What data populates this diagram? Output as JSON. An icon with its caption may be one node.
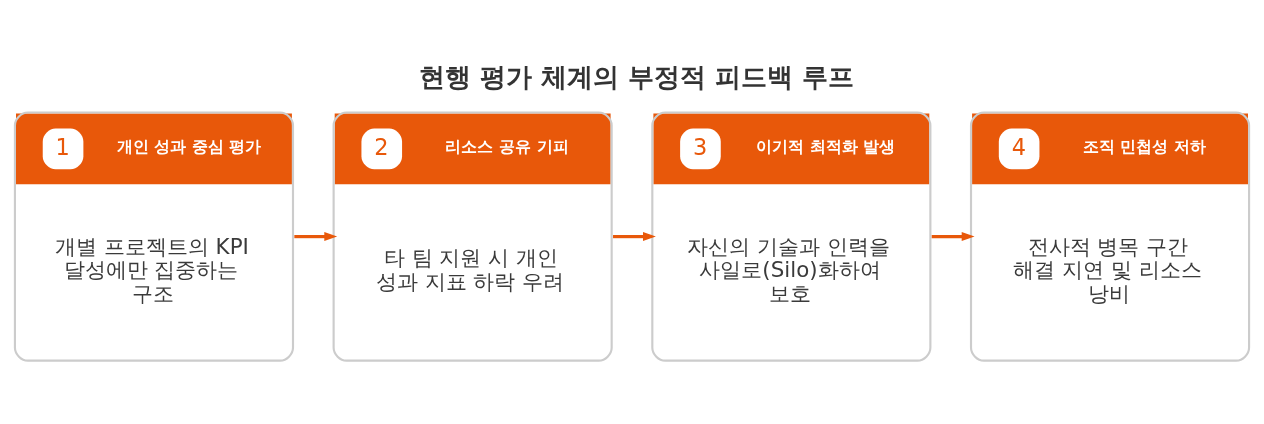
{
  "diagram": {
    "title": "현행 평가 체계의 부정적 피드백 루프",
    "nodes": [
      {
        "text": [
          "1",
          "개인 성과 중심 평가",
          "개별 프로젝트의 KPI 달성에만 집중하는 구조"
        ]
      },
      {
        "text": [
          "2",
          "리소스 공유 기피",
          "타 팀 지원 시 개인 성과 지표 하락 우려"
        ]
      },
      {
        "text": [
          "3",
          "이기적 최적화 발생",
          "자신의 기술과 인력을 사일로(Silo)화하여 보호"
        ]
      },
      {
        "text": [
          "4",
          "조직 민첩성 저하",
          "전사적 병목 구간 해결 지연 및 리소스 낭비"
        ]
      }
    ],
    "edges": [
      {
        "from": 0,
        "to": 1,
        "arrow": "to"
      },
      {
        "from": 1,
        "to": 2,
        "arrow": "to"
      },
      {
        "from": 2,
        "to": 3,
        "arrow": "to"
      }
    ]
  }
}
